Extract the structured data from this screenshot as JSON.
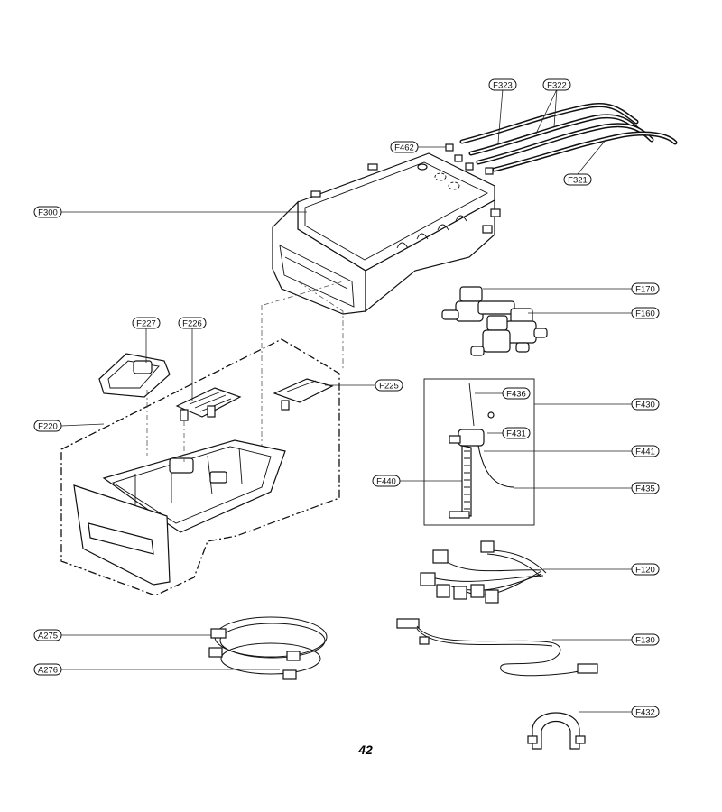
{
  "labels": {
    "F323": "F323",
    "F322": "F322",
    "F462": "F462",
    "F321": "F321",
    "F300": "F300",
    "F170": "F170",
    "F160": "F160",
    "F227": "F227",
    "F226": "F226",
    "F225": "F225",
    "F220": "F220",
    "F436": "F436",
    "F430": "F430",
    "F431": "F431",
    "F441": "F441",
    "F440": "F440",
    "F435": "F435",
    "F120": "F120",
    "A275": "A275",
    "A276": "A276",
    "F130": "F130",
    "F432": "F432"
  },
  "page_number": "42"
}
